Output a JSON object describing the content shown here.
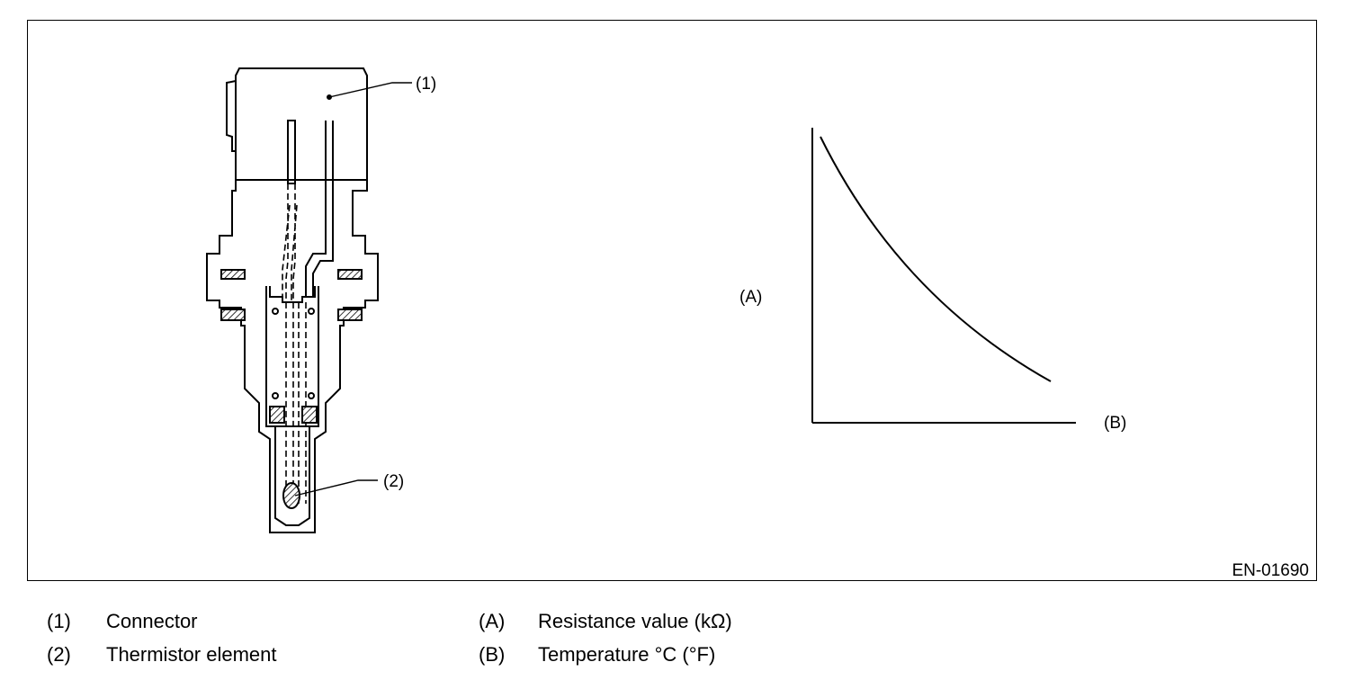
{
  "figure": {
    "code": "EN-01690",
    "callouts": [
      {
        "id": "connector-callout",
        "text": "(1)"
      },
      {
        "id": "thermistor-callout",
        "text": "(2)"
      }
    ]
  },
  "graph": {
    "y_axis_label": "(A)",
    "x_axis_label": "(B)",
    "trend": "resistance decreases as temperature increases"
  },
  "legend": [
    {
      "key": "(1)",
      "text": "Connector"
    },
    {
      "key": "(2)",
      "text": "Thermistor element"
    },
    {
      "key": "(A)",
      "text": "Resistance value (kΩ)"
    },
    {
      "key": "(B)",
      "text": "Temperature °C (°F)"
    }
  ],
  "colors": {
    "ink": "#000000",
    "background": "#ffffff"
  }
}
